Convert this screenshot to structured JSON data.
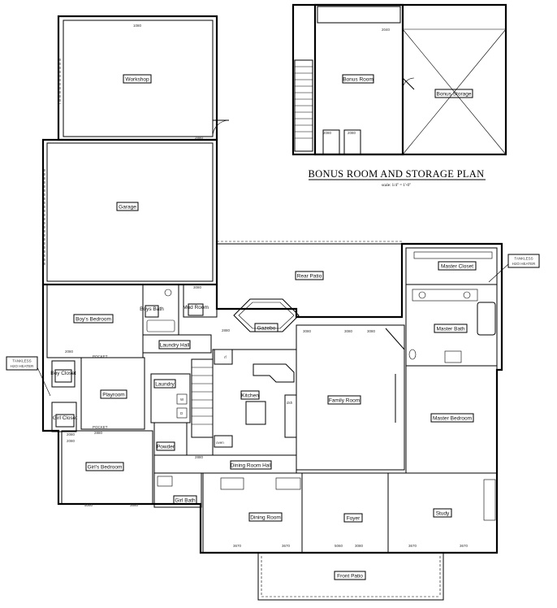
{
  "bonus_plan": {
    "title": "BONUS ROOM AND STORAGE PLAN",
    "scale": "scale: 1/4\" = 1'-0\"",
    "rooms": {
      "bonus_room": "Bonus Room",
      "bonus_storage": "Bonus Storage"
    },
    "dims": {
      "top": "2040",
      "door_a": "2080",
      "door_b": "2080"
    }
  },
  "rooms": {
    "workshop": "Workshop",
    "garage": "Garage",
    "rear_patio": "Rear Patio",
    "boys_bedroom": "Boy's Bedroom",
    "boys_bath": "Boys Bath",
    "mud_room": "Mud Room",
    "gazebo": "Gazebo",
    "laundry_hall": "Laundry Hall",
    "boy_closet": "Boy Closet",
    "playroom": "Playroom",
    "laundry": "Laundry",
    "kitchen": "Kitchen",
    "family_room": "Family Room",
    "master_closet": "Master Closet",
    "master_bath": "Master Bath",
    "master_bedroom": "Master Bedroom",
    "girls_closet": "Girl Closet",
    "girls_bedroom": "Girl's Bedroom",
    "powder": "Powder",
    "dining_room_hall": "Dining Room Hall",
    "girl_bath": "Girl Bath",
    "dining_room": "Dining Room",
    "foyer": "Foyer",
    "study": "Study",
    "front_patio": "Front Patio"
  },
  "notes": {
    "heater_left_1": "TANKLESS",
    "heater_left_2": "H2O HEATER",
    "heater_right_1": "TANKLESS",
    "heater_right_2": "H2O HEATER",
    "pocket_1": "POCKET",
    "pocket_2": "POCKET"
  },
  "fixtures": {
    "oven": "oven",
    "dishwasher": "dsh",
    "fridge": "rf",
    "washer": "W",
    "dryer": "D"
  },
  "dims": {
    "workshop_top": "1080",
    "workshop_door": "2880",
    "mud_door": "3080",
    "gazebo_door_l": "2880",
    "fr_door_1": "3080",
    "fr_door_2": "3080",
    "fr_door_3": "3080",
    "playroom_door": "2880",
    "girls_door": "2080",
    "powder_door": "2880",
    "girls_bottom": "5060",
    "girls_bottom_2": "3660",
    "dining_1": "3670",
    "dining_2": "3670",
    "foyer_1": "5060",
    "foyer_2": "3080",
    "study_1": "3670",
    "study_2": "3670",
    "girls_closet_dim": "2080",
    "bath_dim": "2080"
  }
}
